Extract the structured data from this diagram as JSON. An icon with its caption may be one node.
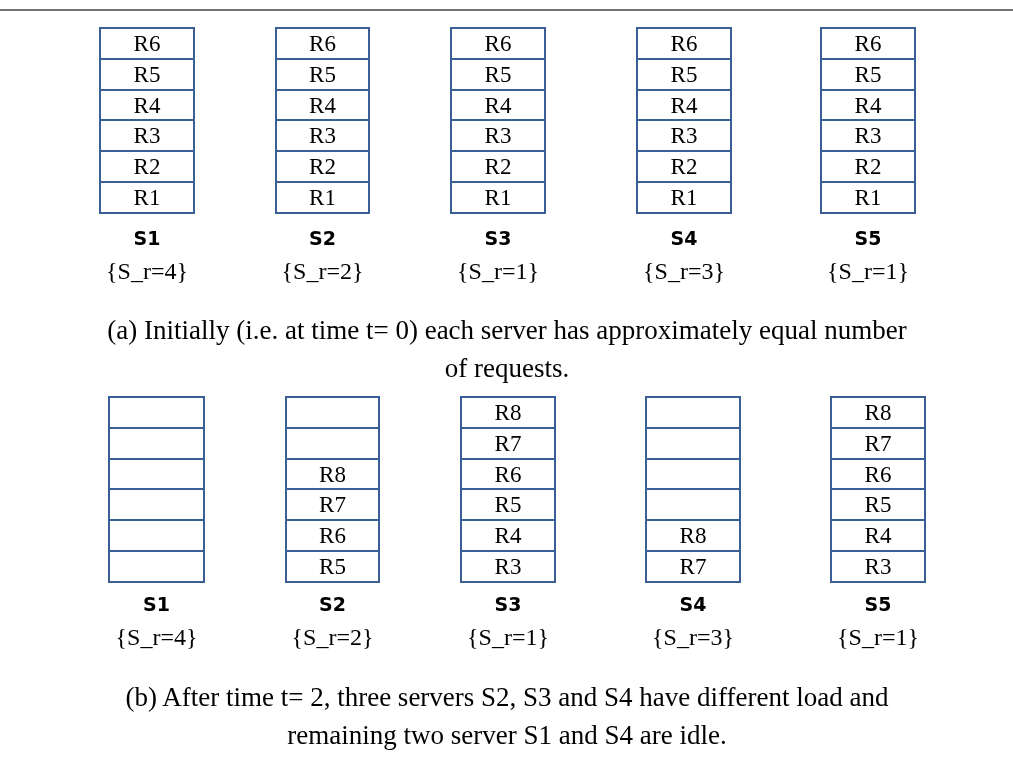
{
  "diagram": {
    "nodes": [
      {
        "text": [],
        "shape": "box",
        "beside": [
          "S1",
          "{S_r=4}"
        ]
      },
      {
        "text": [
          "R6"
        ],
        "in": 0
      },
      {
        "text": [
          "R5"
        ],
        "in": 0
      },
      {
        "text": [
          "R4"
        ],
        "in": 0
      },
      {
        "text": [
          "R3"
        ],
        "in": 0
      },
      {
        "text": [
          "R2"
        ],
        "in": 0
      },
      {
        "text": [
          "R1"
        ],
        "in": 0
      },
      {
        "text": [],
        "shape": "box",
        "beside": [
          "S2",
          "{S_r=2}"
        ]
      },
      {
        "text": [
          "R6"
        ],
        "in": 7
      },
      {
        "text": [
          "R5"
        ],
        "in": 7
      },
      {
        "text": [
          "R4"
        ],
        "in": 7
      },
      {
        "text": [
          "R3"
        ],
        "in": 7
      },
      {
        "text": [
          "R2"
        ],
        "in": 7
      },
      {
        "text": [
          "R1"
        ],
        "in": 7
      },
      {
        "text": [],
        "shape": "box",
        "beside": [
          "S3",
          "{S_r=1}"
        ]
      },
      {
        "text": [
          "R6"
        ],
        "in": 14
      },
      {
        "text": [
          "R5"
        ],
        "in": 14
      },
      {
        "text": [
          "R4"
        ],
        "in": 14
      },
      {
        "text": [
          "R3"
        ],
        "in": 14
      },
      {
        "text": [
          "R2"
        ],
        "in": 14
      },
      {
        "text": [
          "R1"
        ],
        "in": 14
      },
      {
        "text": [],
        "shape": "box",
        "beside": [
          "S4",
          "{S_r=3}"
        ]
      },
      {
        "text": [
          "R6"
        ],
        "in": 21
      },
      {
        "text": [
          "R5"
        ],
        "in": 21
      },
      {
        "text": [
          "R4"
        ],
        "in": 21
      },
      {
        "text": [
          "R3"
        ],
        "in": 21
      },
      {
        "text": [
          "R2"
        ],
        "in": 21
      },
      {
        "text": [
          "R1"
        ],
        "in": 21
      },
      {
        "text": [],
        "shape": "box",
        "beside": [
          "S5",
          "{S_r=1}"
        ]
      },
      {
        "text": [
          "R6"
        ],
        "in": 28
      },
      {
        "text": [
          "R5"
        ],
        "in": 28
      },
      {
        "text": [
          "R4"
        ],
        "in": 28
      },
      {
        "text": [
          "R3"
        ],
        "in": 28
      },
      {
        "text": [
          "R2"
        ],
        "in": 28
      },
      {
        "text": [
          "R1"
        ],
        "in": 28
      },
      {
        "text": [],
        "shape": "box",
        "beside": [
          "S1",
          "{S_r=4}"
        ]
      },
      {
        "text": [],
        "shape": "box",
        "in": 35
      },
      {
        "text": [],
        "shape": "box",
        "in": 35
      },
      {
        "text": [],
        "shape": "box",
        "in": 35
      },
      {
        "text": [],
        "shape": "box",
        "in": 35
      },
      {
        "text": [],
        "shape": "box",
        "in": 35
      },
      {
        "text": [],
        "shape": "box",
        "in": 35
      },
      {
        "text": [],
        "shape": "box",
        "beside": [
          "S2",
          "{S_r=2}"
        ]
      },
      {
        "text": [],
        "shape": "box",
        "in": 42
      },
      {
        "text": [],
        "shape": "box",
        "in": 42
      },
      {
        "text": [
          "R8"
        ],
        "in": 42
      },
      {
        "text": [
          "R7"
        ],
        "in": 42
      },
      {
        "text": [
          "R6"
        ],
        "in": 42
      },
      {
        "text": [
          "R5"
        ],
        "in": 42
      },
      {
        "text": [],
        "shape": "box",
        "beside": [
          "S3",
          "{S_r=1}"
        ]
      },
      {
        "text": [
          "R8"
        ],
        "in": 49
      },
      {
        "text": [
          "R7"
        ],
        "in": 49
      },
      {
        "text": [
          "R6"
        ],
        "in": 49
      },
      {
        "text": [
          "R5"
        ],
        "in": 49
      },
      {
        "text": [
          "R4"
        ],
        "in": 49
      },
      {
        "text": [
          "R3"
        ],
        "in": 49
      },
      {
        "text": [],
        "shape": "box",
        "beside": [
          "S4",
          "{S_r=3}"
        ]
      },
      {
        "text": [],
        "shape": "box",
        "in": 56
      },
      {
        "text": [],
        "shape": "box",
        "in": 56
      },
      {
        "text": [],
        "shape": "box",
        "in": 56
      },
      {
        "text": [],
        "shape": "box",
        "in": 56
      },
      {
        "text": [
          "R8"
        ],
        "in": 56
      },
      {
        "text": [
          "R7"
        ],
        "in": 56
      },
      {
        "text": [],
        "shape": "box",
        "beside": [
          "S5",
          "{S_r=1}"
        ]
      },
      {
        "text": [
          "R8"
        ],
        "in": 63
      },
      {
        "text": [
          "R7"
        ],
        "in": 63
      },
      {
        "text": [
          "R6"
        ],
        "in": 63
      },
      {
        "text": [
          "R5"
        ],
        "in": 63
      },
      {
        "text": [
          "R4"
        ],
        "in": 63
      },
      {
        "text": [
          "R3"
        ],
        "in": 63
      }
    ],
    "labels": [
      "(a) Initially (i.e. at time t= 0) each server has approximately equal number of requests.",
      "(b) After time t= 2,  three servers S2, S3 and S4 have different load and remaining two  server S1 and  S4 are idle."
    ]
  }
}
